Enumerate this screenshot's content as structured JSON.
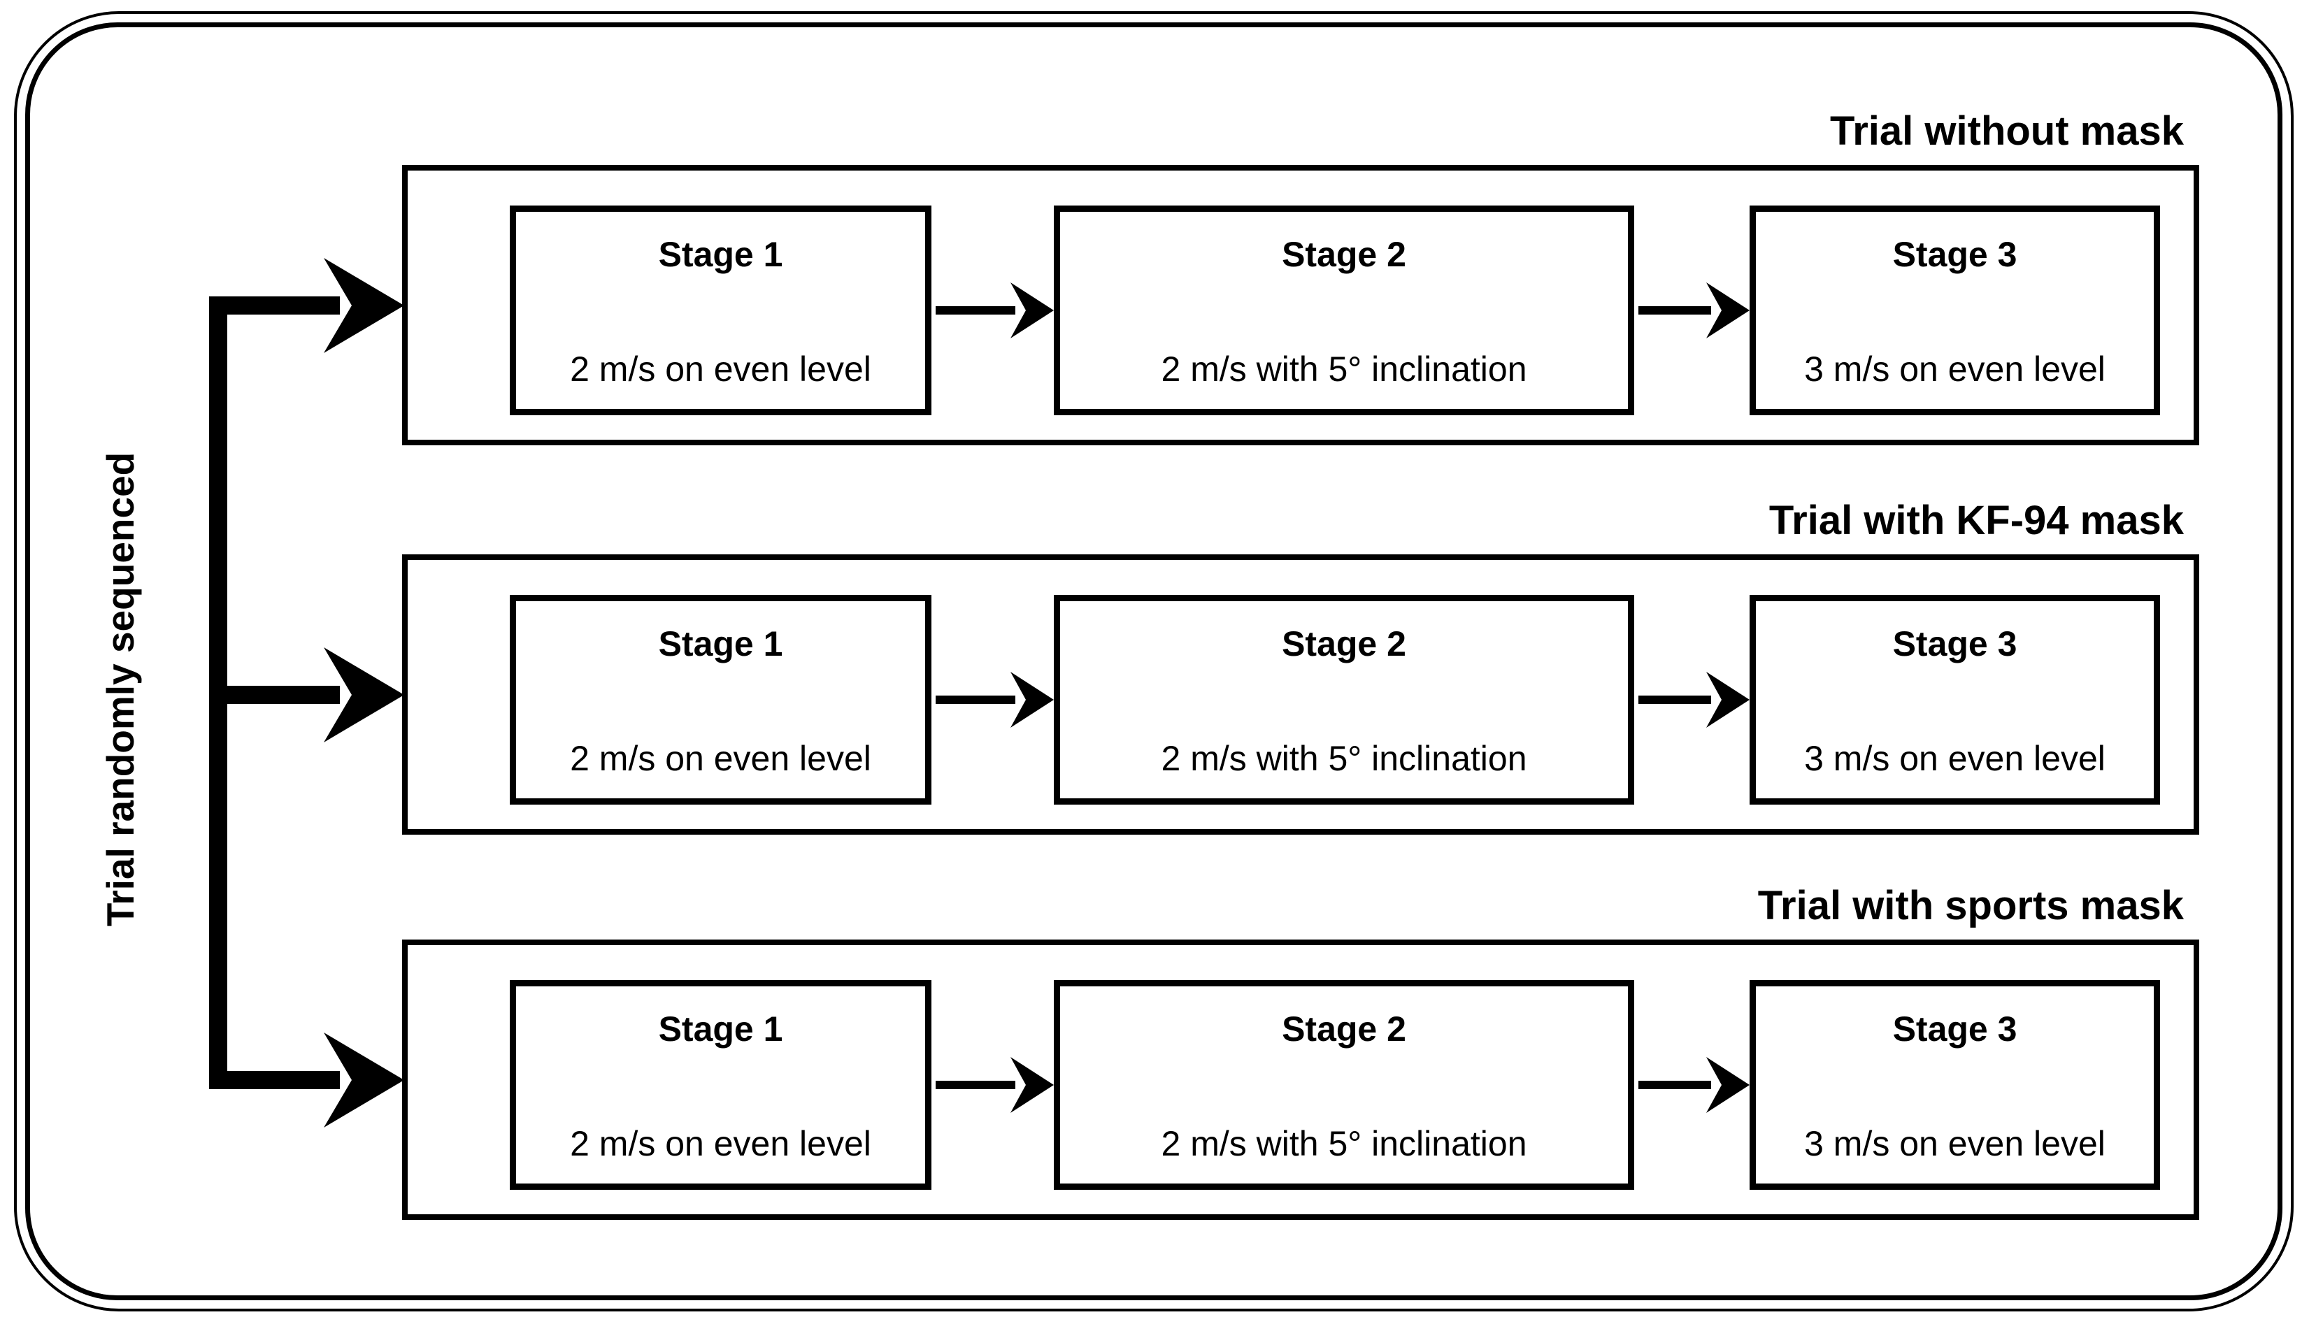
{
  "diagram": {
    "side_label": "Trial randomly sequenced",
    "trials": [
      {
        "title": "Trial without mask",
        "stages": [
          {
            "name": "Stage 1",
            "description": "2 m/s on even level"
          },
          {
            "name": "Stage 2",
            "description": "2 m/s with 5° inclination"
          },
          {
            "name": "Stage 3",
            "description": "3 m/s on even level"
          }
        ]
      },
      {
        "title": "Trial with KF-94 mask",
        "stages": [
          {
            "name": "Stage 1",
            "description": "2 m/s on even level"
          },
          {
            "name": "Stage 2",
            "description": "2 m/s with 5° inclination"
          },
          {
            "name": "Stage 3",
            "description": "3 m/s on even level"
          }
        ]
      },
      {
        "title": "Trial with sports mask",
        "stages": [
          {
            "name": "Stage 1",
            "description": "2 m/s on even level"
          },
          {
            "name": "Stage 2",
            "description": "2 m/s with 5° inclination"
          },
          {
            "name": "Stage 3",
            "description": "3 m/s on even level"
          }
        ]
      }
    ],
    "colors": {
      "line": "#000000",
      "background": "#ffffff"
    }
  }
}
